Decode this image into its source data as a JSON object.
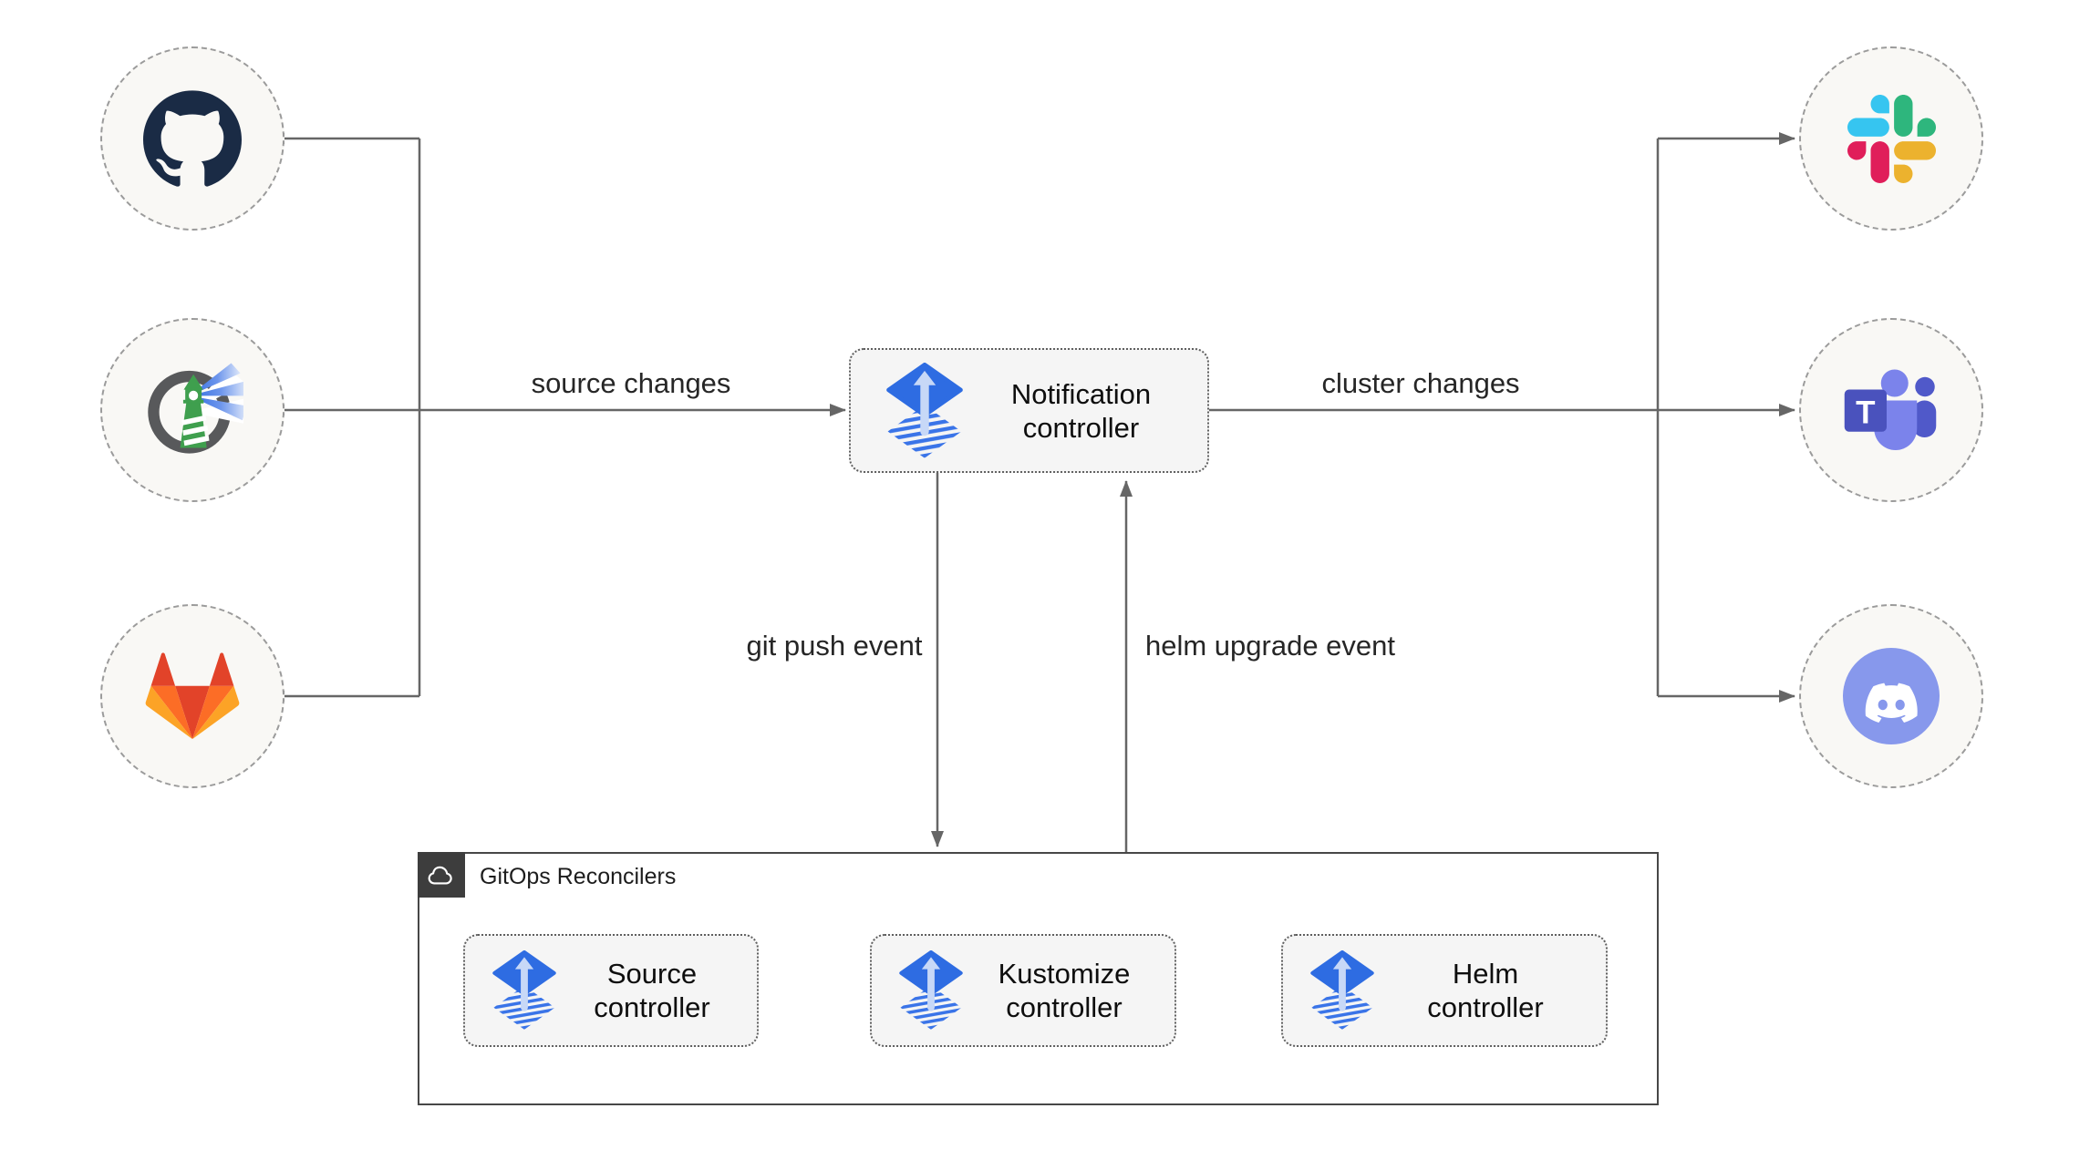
{
  "edge_labels": {
    "source_changes": "source changes",
    "cluster_changes": "cluster changes",
    "git_push_event": "git push event",
    "helm_upgrade_event": "helm upgrade event"
  },
  "nodes": {
    "notification_controller": {
      "label": "Notification\ncontroller",
      "icon": "flux-icon"
    },
    "source_controller": {
      "label": "Source\ncontroller",
      "icon": "flux-icon"
    },
    "kustomize_controller": {
      "label": "Kustomize\ncontroller",
      "icon": "flux-icon"
    },
    "helm_controller": {
      "label": "Helm\ncontroller",
      "icon": "flux-icon"
    }
  },
  "group_box": {
    "label": "GitOps Reconcilers",
    "icon": "cloud-icon"
  },
  "source_nodes": [
    {
      "icon": "github-icon"
    },
    {
      "icon": "harbor-lighthouse-icon"
    },
    {
      "icon": "gitlab-icon"
    }
  ],
  "target_nodes": [
    {
      "icon": "slack-icon"
    },
    {
      "icon": "teams-icon",
      "monogram": "T"
    },
    {
      "icon": "discord-icon"
    }
  ],
  "colors": {
    "connector": "#666666",
    "node_fill": "#f5f5f5",
    "node_border": "#5f5f5f",
    "circle_fill": "#f9f8f5",
    "circle_border": "#9b9b9b",
    "flux_blue": "#2e6ce2",
    "flux_stripe": "#3a74e8",
    "flux_arrow": "#c7d8f7",
    "github_dark": "#1a2b45",
    "gitlab_palette": [
      "#e24329",
      "#fc6d26",
      "#fca326"
    ],
    "slack_palette": [
      "#36c5f0",
      "#2eb67d",
      "#ecb22e",
      "#e01e5a"
    ],
    "teams_purple": "#4a52bd",
    "teams_light_purple": "#7b83eb",
    "teams_mid_purple": "#5059c9",
    "discord_blurple": "#8798ec",
    "harbor_green": "#3f9f4e",
    "harbor_ring": "#58595b",
    "group_header": "#3d3d3d"
  }
}
